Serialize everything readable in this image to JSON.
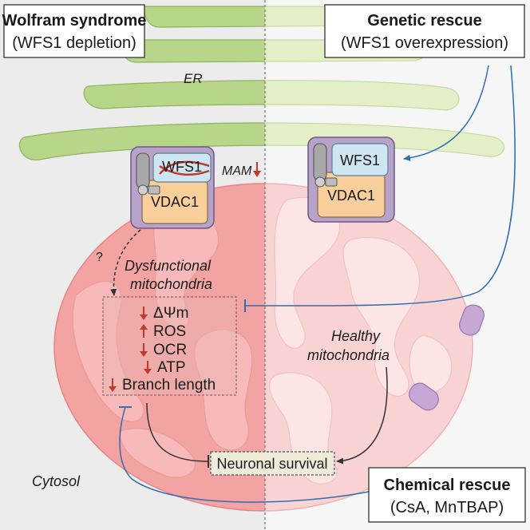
{
  "panels": {
    "left": {
      "title": "Wolfram syndrome",
      "subtitle": "(WFS1 depletion)"
    },
    "right": {
      "title": "Genetic rescue",
      "subtitle": "(WFS1 overexpression)"
    },
    "bottom": {
      "title": "Chemical rescue",
      "subtitle": "(CsA, MnTBAP)"
    }
  },
  "labels": {
    "er": "ER",
    "mam": "MAM",
    "question": "?",
    "cytosol": "Cytosol",
    "neuronal_survival": "Neuronal survival",
    "dysfunctional_1": "Dysfunctional",
    "dysfunctional_2": "mitochondria",
    "healthy_1": "Healthy",
    "healthy_2": "mitochondria"
  },
  "complex_left": {
    "top": "WFS1",
    "bottom": "VDAC1"
  },
  "complex_right": {
    "top": "WFS1",
    "bottom": "VDAC1"
  },
  "markers": [
    {
      "label": "ΔΨm",
      "direction": "down"
    },
    {
      "label": "ROS",
      "direction": "up"
    },
    {
      "label": "OCR",
      "direction": "down"
    },
    {
      "label": "ATP",
      "direction": "down"
    },
    {
      "label": "Branch length",
      "direction": "down"
    }
  ],
  "colors": {
    "er_left": "#b8d68a",
    "er_right": "#e3efc6",
    "mito_left": "#f4a3a3",
    "mito_right": "#f9d3d3",
    "rescue_line": "#2f6db5",
    "down_arrow": "#c0392b"
  }
}
